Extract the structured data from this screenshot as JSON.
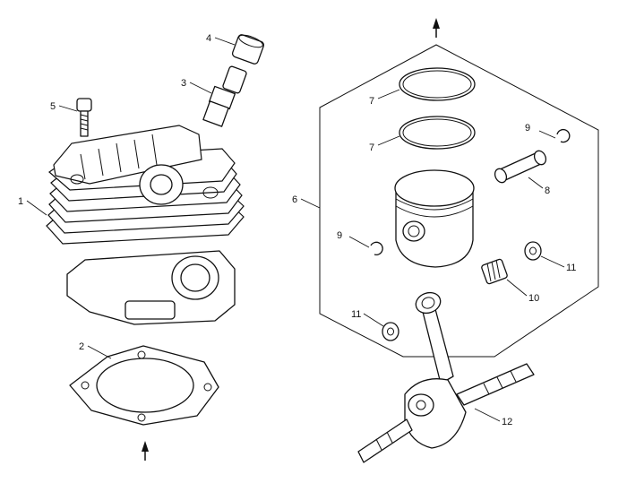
{
  "diagram": {
    "callouts": {
      "c1": "1",
      "c2": "2",
      "c3": "3",
      "c4": "4",
      "c5": "5",
      "c6": "6",
      "c7a": "7",
      "c7b": "7",
      "c8": "8",
      "c9a": "9",
      "c9b": "9",
      "c10": "10",
      "c11a": "11",
      "c11b": "11",
      "c12": "12"
    }
  }
}
